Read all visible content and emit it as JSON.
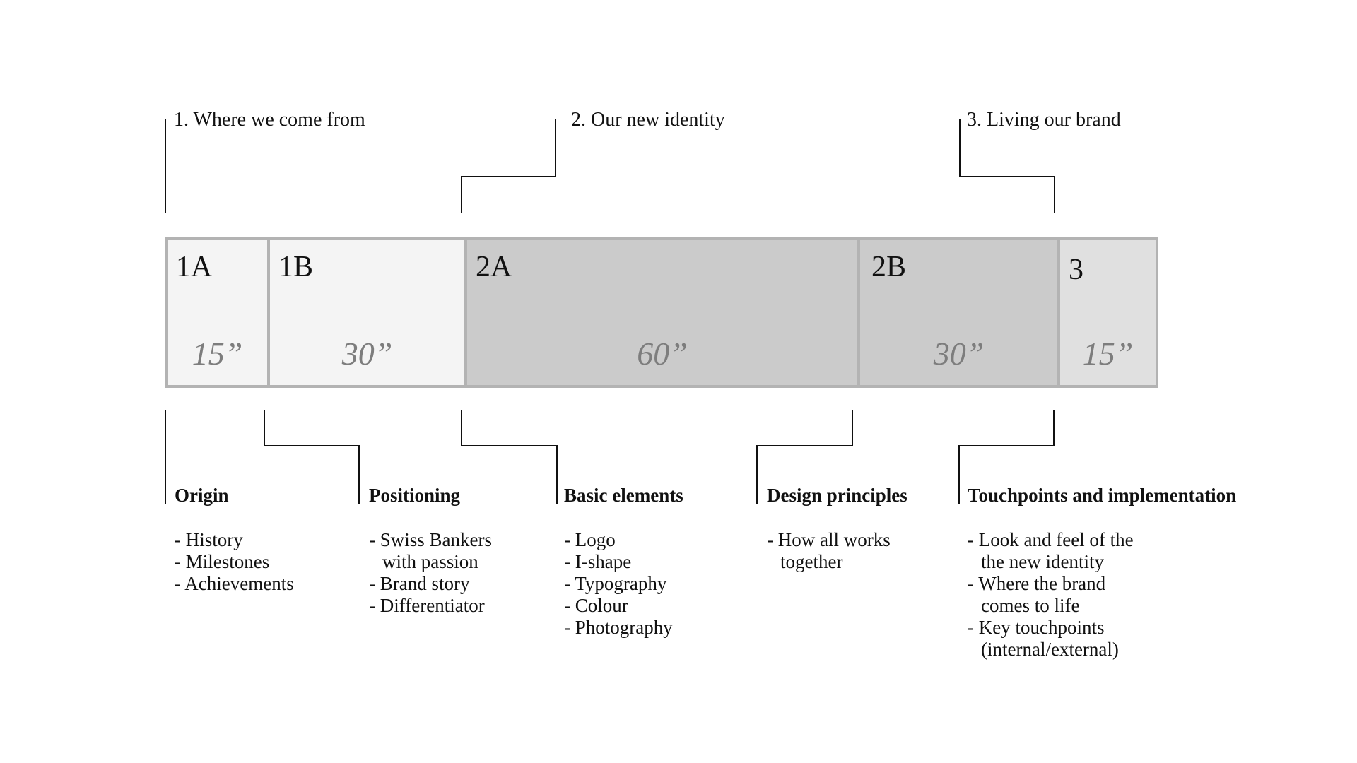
{
  "phases": [
    {
      "label": "1. Where we come from"
    },
    {
      "label": "2. Our new identity"
    },
    {
      "label": "3. Living our brand"
    }
  ],
  "segments": [
    {
      "code": "1A",
      "duration": "15”",
      "seconds": 15,
      "color": "#f4f4f4"
    },
    {
      "code": "1B",
      "duration": "30”",
      "seconds": 30,
      "color": "#f4f4f4"
    },
    {
      "code": "2A",
      "duration": "60”",
      "seconds": 60,
      "color": "#cbcbcb"
    },
    {
      "code": "2B",
      "duration": "30”",
      "seconds": 30,
      "color": "#cbcbcb"
    },
    {
      "code": "3",
      "duration": "15”",
      "seconds": 15,
      "color": "#e0e0e0"
    }
  ],
  "columns": [
    {
      "heading": "Origin",
      "items": [
        "History",
        "Milestones",
        "Achievements"
      ]
    },
    {
      "heading": "Positioning",
      "items": [
        "Swiss Bankers\nwith passion",
        "Brand story",
        "Differentiator"
      ]
    },
    {
      "heading": "Basic elements",
      "items": [
        "Logo",
        "I-shape",
        "Typography",
        "Colour",
        "Photography"
      ]
    },
    {
      "heading": "Design principles",
      "items": [
        "How all works\ntogether"
      ]
    },
    {
      "heading": "Touchpoints and implementation",
      "items": [
        "Look and feel of the\nthe new identity",
        "Where the brand\ncomes to life",
        "Key touchpoints\n(internal/external)"
      ]
    }
  ]
}
